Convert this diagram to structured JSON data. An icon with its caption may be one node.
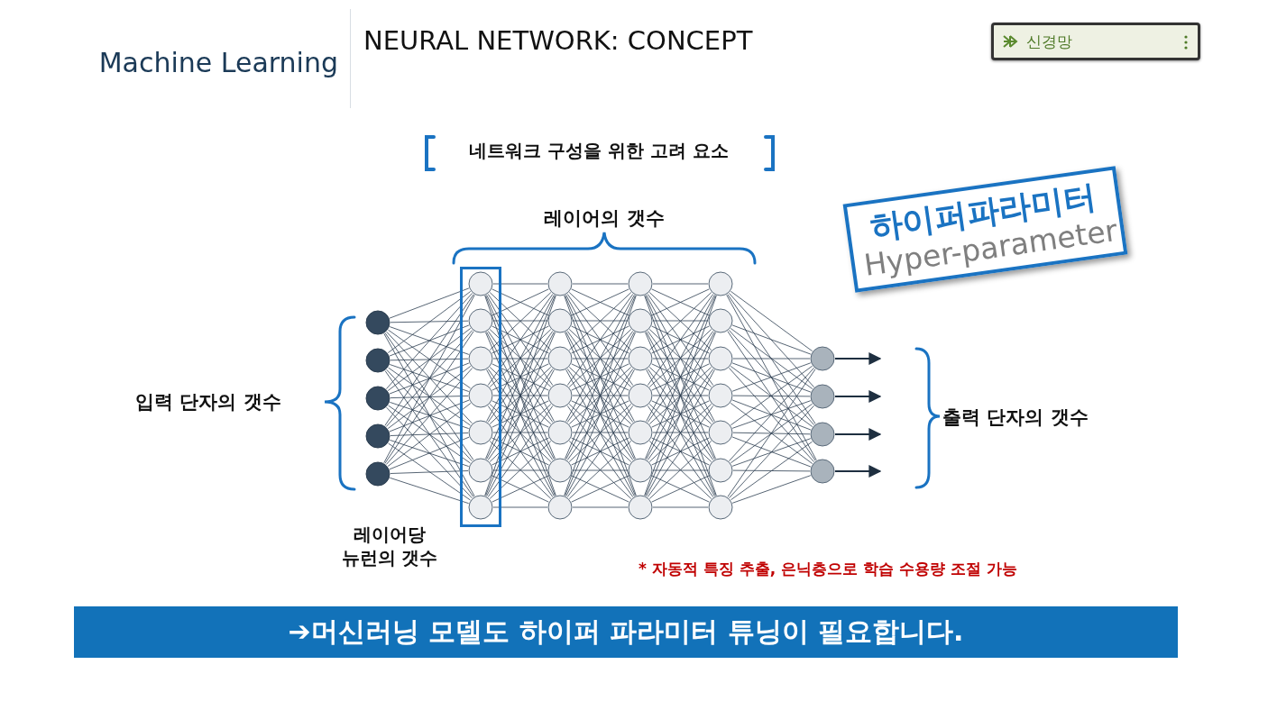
{
  "diagram": {
    "title": "NEURAL NETWORK: CONCEPT",
    "nodes": [
      {
        "text": [
          "신경망"
        ]
      },
      {
        "text": [
          "하이퍼파라미터",
          "Hyper-parameter"
        ]
      },
      {
        "text": [],
        "shape": "circle"
      },
      {
        "text": [],
        "shape": "circle"
      },
      {
        "text": [],
        "shape": "circle"
      },
      {
        "text": [],
        "shape": "circle"
      },
      {
        "text": [],
        "shape": "circle"
      },
      {
        "text": [],
        "shape": "box",
        "beside": [
          "레이어당 뉴런의 갯수"
        ]
      },
      {
        "text": [],
        "shape": "circle",
        "in": 7
      },
      {
        "text": [],
        "shape": "circle",
        "in": 7
      },
      {
        "text": [],
        "shape": "circle",
        "in": 7
      },
      {
        "text": [],
        "shape": "circle",
        "in": 7
      },
      {
        "text": [],
        "shape": "circle",
        "in": 7
      },
      {
        "text": [],
        "shape": "circle",
        "in": 7
      },
      {
        "text": [],
        "shape": "circle",
        "in": 7
      },
      {
        "text": [],
        "shape": "circle"
      },
      {
        "text": [],
        "shape": "circle"
      },
      {
        "text": [],
        "shape": "circle"
      },
      {
        "text": [],
        "shape": "circle"
      },
      {
        "text": [],
        "shape": "circle"
      },
      {
        "text": [],
        "shape": "circle"
      },
      {
        "text": [],
        "shape": "circle"
      },
      {
        "text": [],
        "shape": "circle"
      },
      {
        "text": [],
        "shape": "circle"
      },
      {
        "text": [],
        "shape": "circle"
      },
      {
        "text": [],
        "shape": "circle"
      },
      {
        "text": [],
        "shape": "circle"
      },
      {
        "text": [],
        "shape": "circle"
      },
      {
        "text": [],
        "shape": "circle"
      },
      {
        "text": [],
        "shape": "circle"
      },
      {
        "text": [],
        "shape": "circle"
      },
      {
        "text": [],
        "shape": "circle"
      },
      {
        "text": [],
        "shape": "circle"
      },
      {
        "text": [],
        "shape": "circle"
      },
      {
        "text": [],
        "shape": "circle"
      },
      {
        "text": [],
        "shape": "circle"
      },
      {
        "text": [],
        "shape": "circle"
      },
      {
        "text": [],
        "shape": "circle"
      },
      {
        "text": [],
        "shape": "circle"
      },
      {
        "text": [],
        "shape": "circle"
      },
      {
        "text": [
          "➔머신러닝 모델도 하이퍼 파라미터 튜닝이 필요합니다."
        ]
      }
    ],
    "edges": [
      {
        "from": 2,
        "to": 8,
        "arrow": "none"
      },
      {
        "from": 2,
        "to": 9,
        "arrow": "none"
      },
      {
        "from": 2,
        "to": 10,
        "arrow": "none"
      },
      {
        "from": 2,
        "to": 11,
        "arrow": "none"
      },
      {
        "from": 2,
        "to": 12,
        "arrow": "none"
      },
      {
        "from": 2,
        "to": 13,
        "arrow": "none"
      },
      {
        "from": 2,
        "to": 14,
        "arrow": "none"
      },
      {
        "from": 3,
        "to": 8,
        "arrow": "none"
      },
      {
        "from": 3,
        "to": 9,
        "arrow": "none"
      },
      {
        "from": 3,
        "to": 10,
        "arrow": "none"
      },
      {
        "from": 3,
        "to": 11,
        "arrow": "none"
      },
      {
        "from": 3,
        "to": 12,
        "arrow": "none"
      },
      {
        "from": 3,
        "to": 13,
        "arrow": "none"
      },
      {
        "from": 3,
        "to": 14,
        "arrow": "none"
      },
      {
        "from": 4,
        "to": 8,
        "arrow": "none"
      },
      {
        "from": 4,
        "to": 9,
        "arrow": "none"
      },
      {
        "from": 4,
        "to": 10,
        "arrow": "none"
      },
      {
        "from": 4,
        "to": 11,
        "arrow": "none"
      },
      {
        "from": 4,
        "to": 12,
        "arrow": "none"
      },
      {
        "from": 4,
        "to": 13,
        "arrow": "none"
      },
      {
        "from": 4,
        "to": 14,
        "arrow": "none"
      },
      {
        "from": 5,
        "to": 8,
        "arrow": "none"
      },
      {
        "from": 5,
        "to": 9,
        "arrow": "none"
      },
      {
        "from": 5,
        "to": 10,
        "arrow": "none"
      },
      {
        "from": 5,
        "to": 11,
        "arrow": "none"
      },
      {
        "from": 5,
        "to": 12,
        "arrow": "none"
      },
      {
        "from": 5,
        "to": 13,
        "arrow": "none"
      },
      {
        "from": 5,
        "to": 14,
        "arrow": "none"
      },
      {
        "from": 6,
        "to": 8,
        "arrow": "none"
      },
      {
        "from": 6,
        "to": 9,
        "arrow": "none"
      },
      {
        "from": 6,
        "to": 10,
        "arrow": "none"
      },
      {
        "from": 6,
        "to": 11,
        "arrow": "none"
      },
      {
        "from": 6,
        "to": 12,
        "arrow": "none"
      },
      {
        "from": 6,
        "to": 13,
        "arrow": "none"
      },
      {
        "from": 6,
        "to": 14,
        "arrow": "none"
      },
      {
        "from": 8,
        "to": 15,
        "arrow": "none"
      },
      {
        "from": 8,
        "to": 16,
        "arrow": "none"
      },
      {
        "from": 8,
        "to": 17,
        "arrow": "none"
      },
      {
        "from": 8,
        "to": 18,
        "arrow": "none"
      },
      {
        "from": 8,
        "to": 19,
        "arrow": "none"
      },
      {
        "from": 8,
        "to": 20,
        "arrow": "none"
      },
      {
        "from": 8,
        "to": 21,
        "arrow": "none"
      },
      {
        "from": 9,
        "to": 15,
        "arrow": "none"
      },
      {
        "from": 9,
        "to": 16,
        "arrow": "none"
      },
      {
        "from": 9,
        "to": 17,
        "arrow": "none"
      },
      {
        "from": 9,
        "to": 18,
        "arrow": "none"
      },
      {
        "from": 9,
        "to": 19,
        "arrow": "none"
      },
      {
        "from": 9,
        "to": 20,
        "arrow": "none"
      },
      {
        "from": 9,
        "to": 21,
        "arrow": "none"
      },
      {
        "from": 10,
        "to": 15,
        "arrow": "none"
      },
      {
        "from": 10,
        "to": 16,
        "arrow": "none"
      },
      {
        "from": 10,
        "to": 17,
        "arrow": "none"
      },
      {
        "from": 10,
        "to": 18,
        "arrow": "none"
      },
      {
        "from": 10,
        "to": 19,
        "arrow": "none"
      },
      {
        "from": 10,
        "to": 20,
        "arrow": "none"
      },
      {
        "from": 10,
        "to": 21,
        "arrow": "none"
      },
      {
        "from": 11,
        "to": 15,
        "arrow": "none"
      },
      {
        "from": 11,
        "to": 16,
        "arrow": "none"
      },
      {
        "from": 11,
        "to": 17,
        "arrow": "none"
      },
      {
        "from": 11,
        "to": 18,
        "arrow": "none"
      },
      {
        "from": 11,
        "to": 19,
        "arrow": "none"
      },
      {
        "from": 11,
        "to": 20,
        "arrow": "none"
      },
      {
        "from": 11,
        "to": 21,
        "arrow": "none"
      },
      {
        "from": 12,
        "to": 15,
        "arrow": "none"
      },
      {
        "from": 12,
        "to": 16,
        "arrow": "none"
      },
      {
        "from": 12,
        "to": 17,
        "arrow": "none"
      },
      {
        "from": 12,
        "to": 18,
        "arrow": "none"
      },
      {
        "from": 12,
        "to": 19,
        "arrow": "none"
      },
      {
        "from": 12,
        "to": 20,
        "arrow": "none"
      },
      {
        "from": 12,
        "to": 21,
        "arrow": "none"
      },
      {
        "from": 13,
        "to": 15,
        "arrow": "none"
      },
      {
        "from": 13,
        "to": 16,
        "arrow": "none"
      },
      {
        "from": 13,
        "to": 17,
        "arrow": "none"
      },
      {
        "from": 13,
        "to": 18,
        "arrow": "none"
      },
      {
        "from": 13,
        "to": 19,
        "arrow": "none"
      },
      {
        "from": 13,
        "to": 20,
        "arrow": "none"
      },
      {
        "from": 13,
        "to": 21,
        "arrow": "none"
      },
      {
        "from": 14,
        "to": 15,
        "arrow": "none"
      },
      {
        "from": 14,
        "to": 16,
        "arrow": "none"
      },
      {
        "from": 14,
        "to": 17,
        "arrow": "none"
      },
      {
        "from": 14,
        "to": 18,
        "arrow": "none"
      },
      {
        "from": 14,
        "to": 19,
        "arrow": "none"
      },
      {
        "from": 14,
        "to": 20,
        "arrow": "none"
      },
      {
        "from": 14,
        "to": 21,
        "arrow": "none"
      },
      {
        "from": 15,
        "to": 22,
        "arrow": "none"
      },
      {
        "from": 15,
        "to": 23,
        "arrow": "none"
      },
      {
        "from": 15,
        "to": 24,
        "arrow": "none"
      },
      {
        "from": 15,
        "to": 25,
        "arrow": "none"
      },
      {
        "from": 15,
        "to": 26,
        "arrow": "none"
      },
      {
        "from": 15,
        "to": 27,
        "arrow": "none"
      },
      {
        "from": 15,
        "to": 28,
        "arrow": "none"
      },
      {
        "from": 16,
        "to": 22,
        "arrow": "none"
      },
      {
        "from": 16,
        "to": 23,
        "arrow": "none"
      },
      {
        "from": 16,
        "to": 24,
        "arrow": "none"
      },
      {
        "from": 16,
        "to": 25,
        "arrow": "none"
      },
      {
        "from": 16,
        "to": 26,
        "arrow": "none"
      },
      {
        "from": 16,
        "to": 27,
        "arrow": "none"
      },
      {
        "from": 16,
        "to": 28,
        "arrow": "none"
      },
      {
        "from": 17,
        "to": 22,
        "arrow": "none"
      },
      {
        "from": 17,
        "to": 23,
        "arrow": "none"
      },
      {
        "from": 17,
        "to": 24,
        "arrow": "none"
      },
      {
        "from": 17,
        "to": 25,
        "arrow": "none"
      },
      {
        "from": 17,
        "to": 26,
        "arrow": "none"
      },
      {
        "from": 17,
        "to": 27,
        "arrow": "none"
      },
      {
        "from": 17,
        "to": 28,
        "arrow": "none"
      },
      {
        "from": 18,
        "to": 22,
        "arrow": "none"
      },
      {
        "from": 18,
        "to": 23,
        "arrow": "none"
      },
      {
        "from": 18,
        "to": 24,
        "arrow": "none"
      },
      {
        "from": 18,
        "to": 25,
        "arrow": "none"
      },
      {
        "from": 18,
        "to": 26,
        "arrow": "none"
      },
      {
        "from": 18,
        "to": 27,
        "arrow": "none"
      },
      {
        "from": 18,
        "to": 28,
        "arrow": "none"
      },
      {
        "from": 19,
        "to": 22,
        "arrow": "none"
      },
      {
        "from": 19,
        "to": 23,
        "arrow": "none"
      },
      {
        "from": 19,
        "to": 24,
        "arrow": "none"
      },
      {
        "from": 19,
        "to": 25,
        "arrow": "none"
      },
      {
        "from": 19,
        "to": 26,
        "arrow": "none"
      },
      {
        "from": 19,
        "to": 27,
        "arrow": "none"
      },
      {
        "from": 19,
        "to": 28,
        "arrow": "none"
      },
      {
        "from": 20,
        "to": 22,
        "arrow": "none"
      },
      {
        "from": 20,
        "to": 23,
        "arrow": "none"
      },
      {
        "from": 20,
        "to": 24,
        "arrow": "none"
      },
      {
        "from": 20,
        "to": 25,
        "arrow": "none"
      },
      {
        "from": 20,
        "to": 26,
        "arrow": "none"
      },
      {
        "from": 20,
        "to": 27,
        "arrow": "none"
      },
      {
        "from": 20,
        "to": 28,
        "arrow": "none"
      },
      {
        "from": 21,
        "to": 22,
        "arrow": "none"
      },
      {
        "from": 21,
        "to": 23,
        "arrow": "none"
      },
      {
        "from": 21,
        "to": 24,
        "arrow": "none"
      },
      {
        "from": 21,
        "to": 25,
        "arrow": "none"
      },
      {
        "from": 21,
        "to": 26,
        "arrow": "none"
      },
      {
        "from": 21,
        "to": 27,
        "arrow": "none"
      },
      {
        "from": 21,
        "to": 28,
        "arrow": "none"
      },
      {
        "from": 22,
        "to": 29,
        "arrow": "none"
      },
      {
        "from": 22,
        "to": 30,
        "arrow": "none"
      },
      {
        "from": 22,
        "to": 31,
        "arrow": "none"
      },
      {
        "from": 22,
        "to": 32,
        "arrow": "none"
      },
      {
        "from": 22,
        "to": 33,
        "arrow": "none"
      },
      {
        "from": 22,
        "to": 34,
        "arrow": "none"
      },
      {
        "from": 22,
        "to": 35,
        "arrow": "none"
      },
      {
        "from": 23,
        "to": 29,
        "arrow": "none"
      },
      {
        "from": 23,
        "to": 30,
        "arrow": "none"
      },
      {
        "from": 23,
        "to": 31,
        "arrow": "none"
      },
      {
        "from": 23,
        "to": 32,
        "arrow": "none"
      },
      {
        "from": 23,
        "to": 33,
        "arrow": "none"
      },
      {
        "from": 23,
        "to": 34,
        "arrow": "none"
      },
      {
        "from": 23,
        "to": 35,
        "arrow": "none"
      },
      {
        "from": 24,
        "to": 29,
        "arrow": "none"
      },
      {
        "from": 24,
        "to": 30,
        "arrow": "none"
      },
      {
        "from": 24,
        "to": 31,
        "arrow": "none"
      },
      {
        "from": 24,
        "to": 32,
        "arrow": "none"
      },
      {
        "from": 24,
        "to": 33,
        "arrow": "none"
      },
      {
        "from": 24,
        "to": 34,
        "arrow": "none"
      },
      {
        "from": 24,
        "to": 35,
        "arrow": "none"
      },
      {
        "from": 25,
        "to": 29,
        "arrow": "none"
      },
      {
        "from": 25,
        "to": 30,
        "arrow": "none"
      },
      {
        "from": 25,
        "to": 31,
        "arrow": "none"
      },
      {
        "from": 25,
        "to": 32,
        "arrow": "none"
      },
      {
        "from": 25,
        "to": 33,
        "arrow": "none"
      },
      {
        "from": 25,
        "to": 34,
        "arrow": "none"
      },
      {
        "from": 25,
        "to": 35,
        "arrow": "none"
      },
      {
        "from": 26,
        "to": 29,
        "arrow": "none"
      },
      {
        "from": 26,
        "to": 30,
        "arrow": "none"
      },
      {
        "from": 26,
        "to": 31,
        "arrow": "none"
      },
      {
        "from": 26,
        "to": 32,
        "arrow": "none"
      },
      {
        "from": 26,
        "to": 33,
        "arrow": "none"
      },
      {
        "from": 26,
        "to": 34,
        "arrow": "none"
      },
      {
        "from": 26,
        "to": 35,
        "arrow": "none"
      },
      {
        "from": 27,
        "to": 29,
        "arrow": "none"
      },
      {
        "from": 27,
        "to": 30,
        "arrow": "none"
      },
      {
        "from": 27,
        "to": 31,
        "arrow": "none"
      },
      {
        "from": 27,
        "to": 32,
        "arrow": "none"
      },
      {
        "from": 27,
        "to": 33,
        "arrow": "none"
      },
      {
        "from": 27,
        "to": 34,
        "arrow": "none"
      },
      {
        "from": 27,
        "to": 35,
        "arrow": "none"
      },
      {
        "from": 28,
        "to": 29,
        "arrow": "none"
      },
      {
        "from": 28,
        "to": 30,
        "arrow": "none"
      },
      {
        "from": 28,
        "to": 31,
        "arrow": "none"
      },
      {
        "from": 28,
        "to": 32,
        "arrow": "none"
      },
      {
        "from": 28,
        "to": 33,
        "arrow": "none"
      },
      {
        "from": 28,
        "to": 34,
        "arrow": "none"
      },
      {
        "from": 28,
        "to": 35,
        "arrow": "none"
      },
      {
        "from": 29,
        "to": 36,
        "arrow": "none"
      },
      {
        "from": 29,
        "to": 37,
        "arrow": "none"
      },
      {
        "from": 29,
        "to": 38,
        "arrow": "none"
      },
      {
        "from": 29,
        "to": 39,
        "arrow": "none"
      },
      {
        "from": 30,
        "to": 36,
        "arrow": "none"
      },
      {
        "from": 30,
        "to": 37,
        "arrow": "none"
      },
      {
        "from": 30,
        "to": 38,
        "arrow": "none"
      },
      {
        "from": 30,
        "to": 39,
        "arrow": "none"
      },
      {
        "from": 31,
        "to": 36,
        "arrow": "none"
      },
      {
        "from": 31,
        "to": 37,
        "arrow": "none"
      },
      {
        "from": 31,
        "to": 38,
        "arrow": "none"
      },
      {
        "from": 31,
        "to": 39,
        "arrow": "none"
      },
      {
        "from": 32,
        "to": 36,
        "arrow": "none"
      },
      {
        "from": 32,
        "to": 37,
        "arrow": "none"
      },
      {
        "from": 32,
        "to": 38,
        "arrow": "none"
      },
      {
        "from": 32,
        "to": 39,
        "arrow": "none"
      },
      {
        "from": 33,
        "to": 36,
        "arrow": "none"
      },
      {
        "from": 33,
        "to": 37,
        "arrow": "none"
      },
      {
        "from": 33,
        "to": 38,
        "arrow": "none"
      },
      {
        "from": 33,
        "to": 39,
        "arrow": "none"
      },
      {
        "from": 34,
        "to": 36,
        "arrow": "none"
      },
      {
        "from": 34,
        "to": 37,
        "arrow": "none"
      },
      {
        "from": 34,
        "to": 38,
        "arrow": "none"
      },
      {
        "from": 34,
        "to": 39,
        "arrow": "none"
      },
      {
        "from": 35,
        "to": 36,
        "arrow": "none"
      },
      {
        "from": 35,
        "to": 37,
        "arrow": "none"
      },
      {
        "from": 35,
        "to": 38,
        "arrow": "none"
      },
      {
        "from": 35,
        "to": 39,
        "arrow": "none"
      },
      {
        "from": 36,
        "to": null,
        "arrow": "to"
      },
      {
        "from": 37,
        "to": null,
        "arrow": "to"
      },
      {
        "from": 38,
        "to": null,
        "arrow": "to"
      },
      {
        "from": 39,
        "to": null,
        "arrow": "to"
      }
    ],
    "labels": [
      "Machine Learning",
      "네트워크 구성을 위한 고려 요소",
      "레이어의 갯수",
      "입력 단자의 갯수",
      "출력 단자의 갯수",
      "* 자동적 특징 추출, 은닉층으로 학습 수용량 조절 가능"
    ]
  }
}
